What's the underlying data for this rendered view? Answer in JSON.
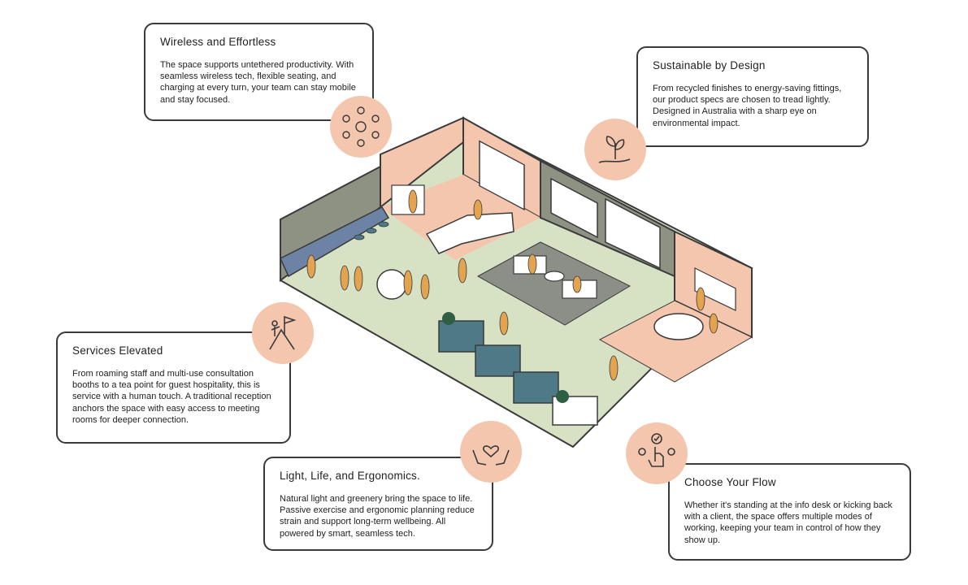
{
  "colors": {
    "peach": "#f4c6ad",
    "floor_green": "#d7e2c4",
    "grey_wall": "#8e9283",
    "carpet_grey": "#8c8f87",
    "bench_blue": "#4d7a86",
    "people_orange": "#e3a452",
    "outline": "#3a3a3a"
  },
  "cards": {
    "wireless": {
      "title": "Wireless and Effortless",
      "body": "The space supports untethered productivity. With seamless wireless tech, flexible seating, and charging at every turn, your team can stay mobile and stay focused.",
      "icon": "people-network-icon"
    },
    "sustainable": {
      "title": "Sustainable by Design",
      "body": "From recycled finishes to energy-saving fittings, our product specs are chosen to tread lightly. Designed in Australia with a sharp eye on environmental impact.",
      "icon": "plant-in-hand-icon"
    },
    "services": {
      "title": "Services Elevated",
      "body": "From roaming staff and multi-use consultation booths to a tea point for guest hospitality, this is service with a human touch. A traditional reception anchors the space with easy access to meeting rooms for deeper connection.",
      "icon": "summit-flag-icon"
    },
    "light": {
      "title": "Light, Life, and Ergonomics.",
      "body": "Natural light and greenery bring the space to life. Passive exercise and ergonomic planning reduce strain and support long-term wellbeing. All powered by smart, seamless tech.",
      "icon": "heart-in-hands-icon"
    },
    "flow": {
      "title": "Choose Your Flow",
      "body": "Whether it's standing at the info desk or kicking back with a client, the space offers multiple modes of working, keeping your team in control of how they show up.",
      "icon": "hand-choice-icon"
    }
  }
}
